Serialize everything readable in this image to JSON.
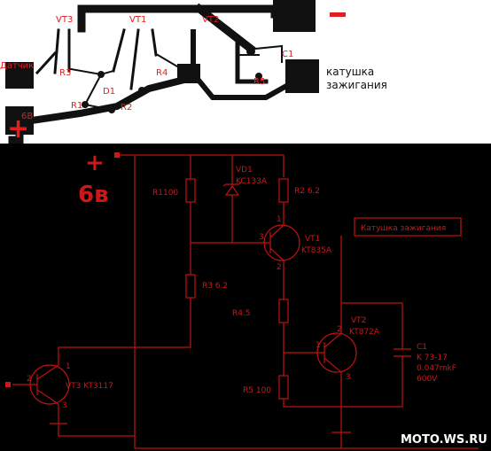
{
  "pcb": {
    "labels": {
      "vt3": "VT3",
      "vt1": "VT1",
      "vt2": "VT2",
      "sensor": "Датчик",
      "r3": "R3",
      "r4": "R4",
      "d1": "D1",
      "r1": "R1",
      "r2": "R2",
      "r5": "R5",
      "c1": "C1",
      "plus_6v": "6В",
      "coil_line1": "катушка",
      "coil_line2": "зажигания",
      "minus": "−",
      "plus": "+"
    },
    "colors": {
      "trace": "#111111",
      "label": "#e02020",
      "background": "#ffffff"
    }
  },
  "schematic": {
    "supply": {
      "sign": "+",
      "voltage": "6в"
    },
    "components": {
      "r1": "R1100",
      "vd1_name": "VD1",
      "vd1_type": "KC133A",
      "r2": "R2 6.2",
      "vt1_name": "VT1",
      "vt1_type": "KT835A",
      "r3": "R3 6.2",
      "r4": "R4.5",
      "vt2_name": "VT2",
      "vt2_type": "KT872A",
      "c1_name": "C1",
      "c1_type": "K 73-17",
      "c1_value": "0.047mkF",
      "c1_voltage": "600V",
      "r5": "R5 100",
      "vt3": "VT3 KT3117",
      "coil": "Катушка зажигания"
    },
    "pins": {
      "p1": "1",
      "p2": "2",
      "p3": "3"
    },
    "watermark": "MOTO.WS.RU",
    "colors": {
      "wire": "#c01010",
      "text": "#cc1818",
      "background": "#000000"
    }
  }
}
